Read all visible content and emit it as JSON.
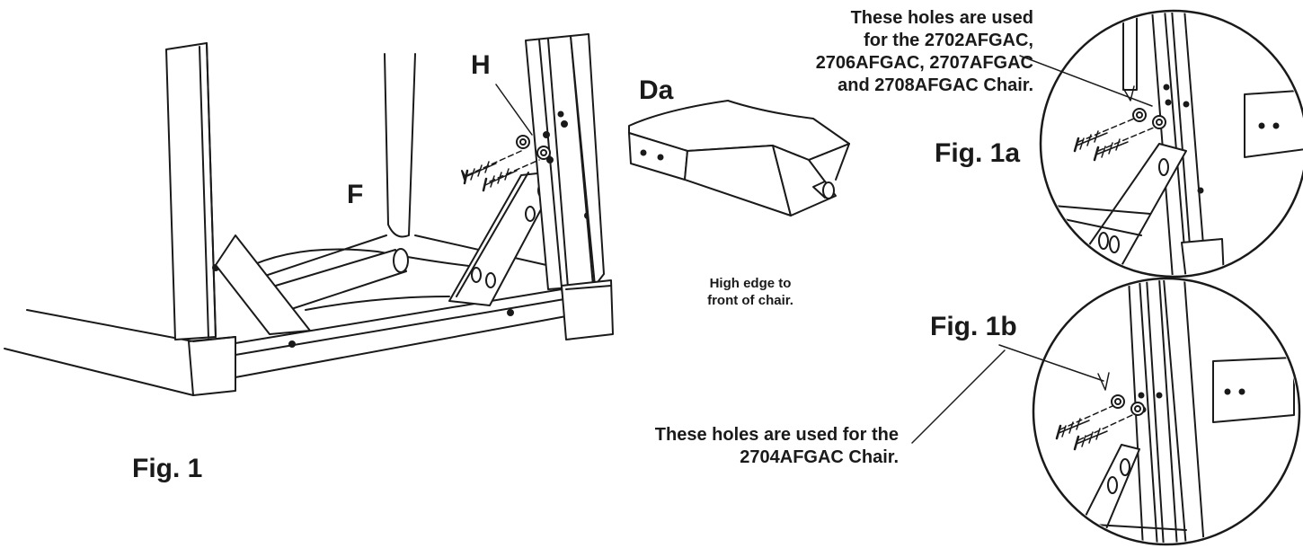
{
  "colors": {
    "ink": "#1a1a1a",
    "paper": "#ffffff"
  },
  "labels": {
    "h": "H",
    "f": "F",
    "da": "Da",
    "fig1": "Fig. 1",
    "fig1a": "Fig. 1a",
    "fig1b": "Fig. 1b",
    "high_edge_line1": "High edge to",
    "high_edge_line2": "front of chair.",
    "note_a_line1": "These holes are used",
    "note_a_line2": "for the 2702AFGAC,",
    "note_a_line3": "2706AFGAC, 2707AFGAC",
    "note_a_line4": "and 2708AFGAC Chair.",
    "note_b_line1": "These holes are used for the",
    "note_b_line2": "2704AFGAC Chair."
  }
}
